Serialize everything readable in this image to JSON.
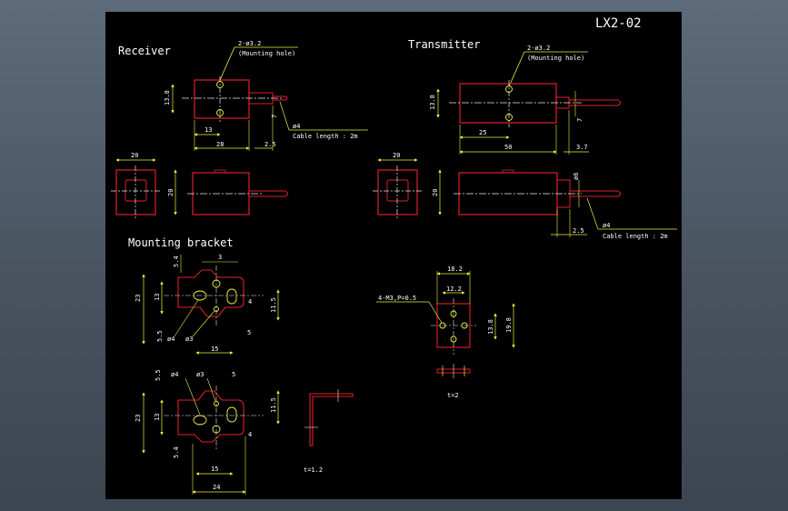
{
  "drawing": {
    "title": "LX2-02",
    "colors": {
      "background": "#000000",
      "outline": "#e0202a",
      "dimension": "#f2f23c",
      "centerline": "#e8e8e8",
      "text": "#ffffff"
    }
  },
  "receiver": {
    "label": "Receiver",
    "hole_callout": "2-ø3.2",
    "hole_note": "(Mounting hole)",
    "dim_height": "13.8",
    "dim_hole_offset": "13",
    "dim_length": "28",
    "dim_cable_offset": "2.5",
    "dim_cable_dia_side": "7",
    "cable_dia": "ø4",
    "cable_length": "Cable length : 2m",
    "end_width": "20",
    "end_height": "20",
    "side_height": "20"
  },
  "transmitter": {
    "label": "Transmitter",
    "hole_callout": "2-ø3.2",
    "hole_note": "(Mounting hole)",
    "dim_height": "13.8",
    "dim_hole_offset": "25",
    "dim_length": "50",
    "dim_cable_offset": "3.7",
    "dim_cable_dia_side": "7",
    "end_width": "20",
    "end_height": "20",
    "dim_lens": "ø6",
    "dim_cable_offset2": "2.5",
    "cable_dia": "ø4",
    "cable_length": "Cable length : 2m"
  },
  "bracket": {
    "label": "Mounting bracket",
    "top": {
      "d54": "5.4",
      "d3": "3",
      "d23": "23",
      "d13": "13",
      "d4": "4",
      "d115": "11.5",
      "d55": "5.5",
      "dia4": "ø4",
      "dia3": "ø3",
      "d5": "5",
      "d15": "15"
    },
    "bottom": {
      "d55": "5.5",
      "dia4": "ø4",
      "dia3": "ø3",
      "d5": "5",
      "d23": "23",
      "d13": "13",
      "d115": "11.5",
      "d4": "4",
      "d54": "5.4",
      "d15": "15",
      "d24": "24"
    },
    "thickness_note": "t=1.2"
  },
  "plate": {
    "d182": "18.2",
    "d122": "12.2",
    "thread": "4-M3,P=0.5",
    "d138": "13.8",
    "d198": "19.8",
    "thickness_note": "t=2"
  }
}
